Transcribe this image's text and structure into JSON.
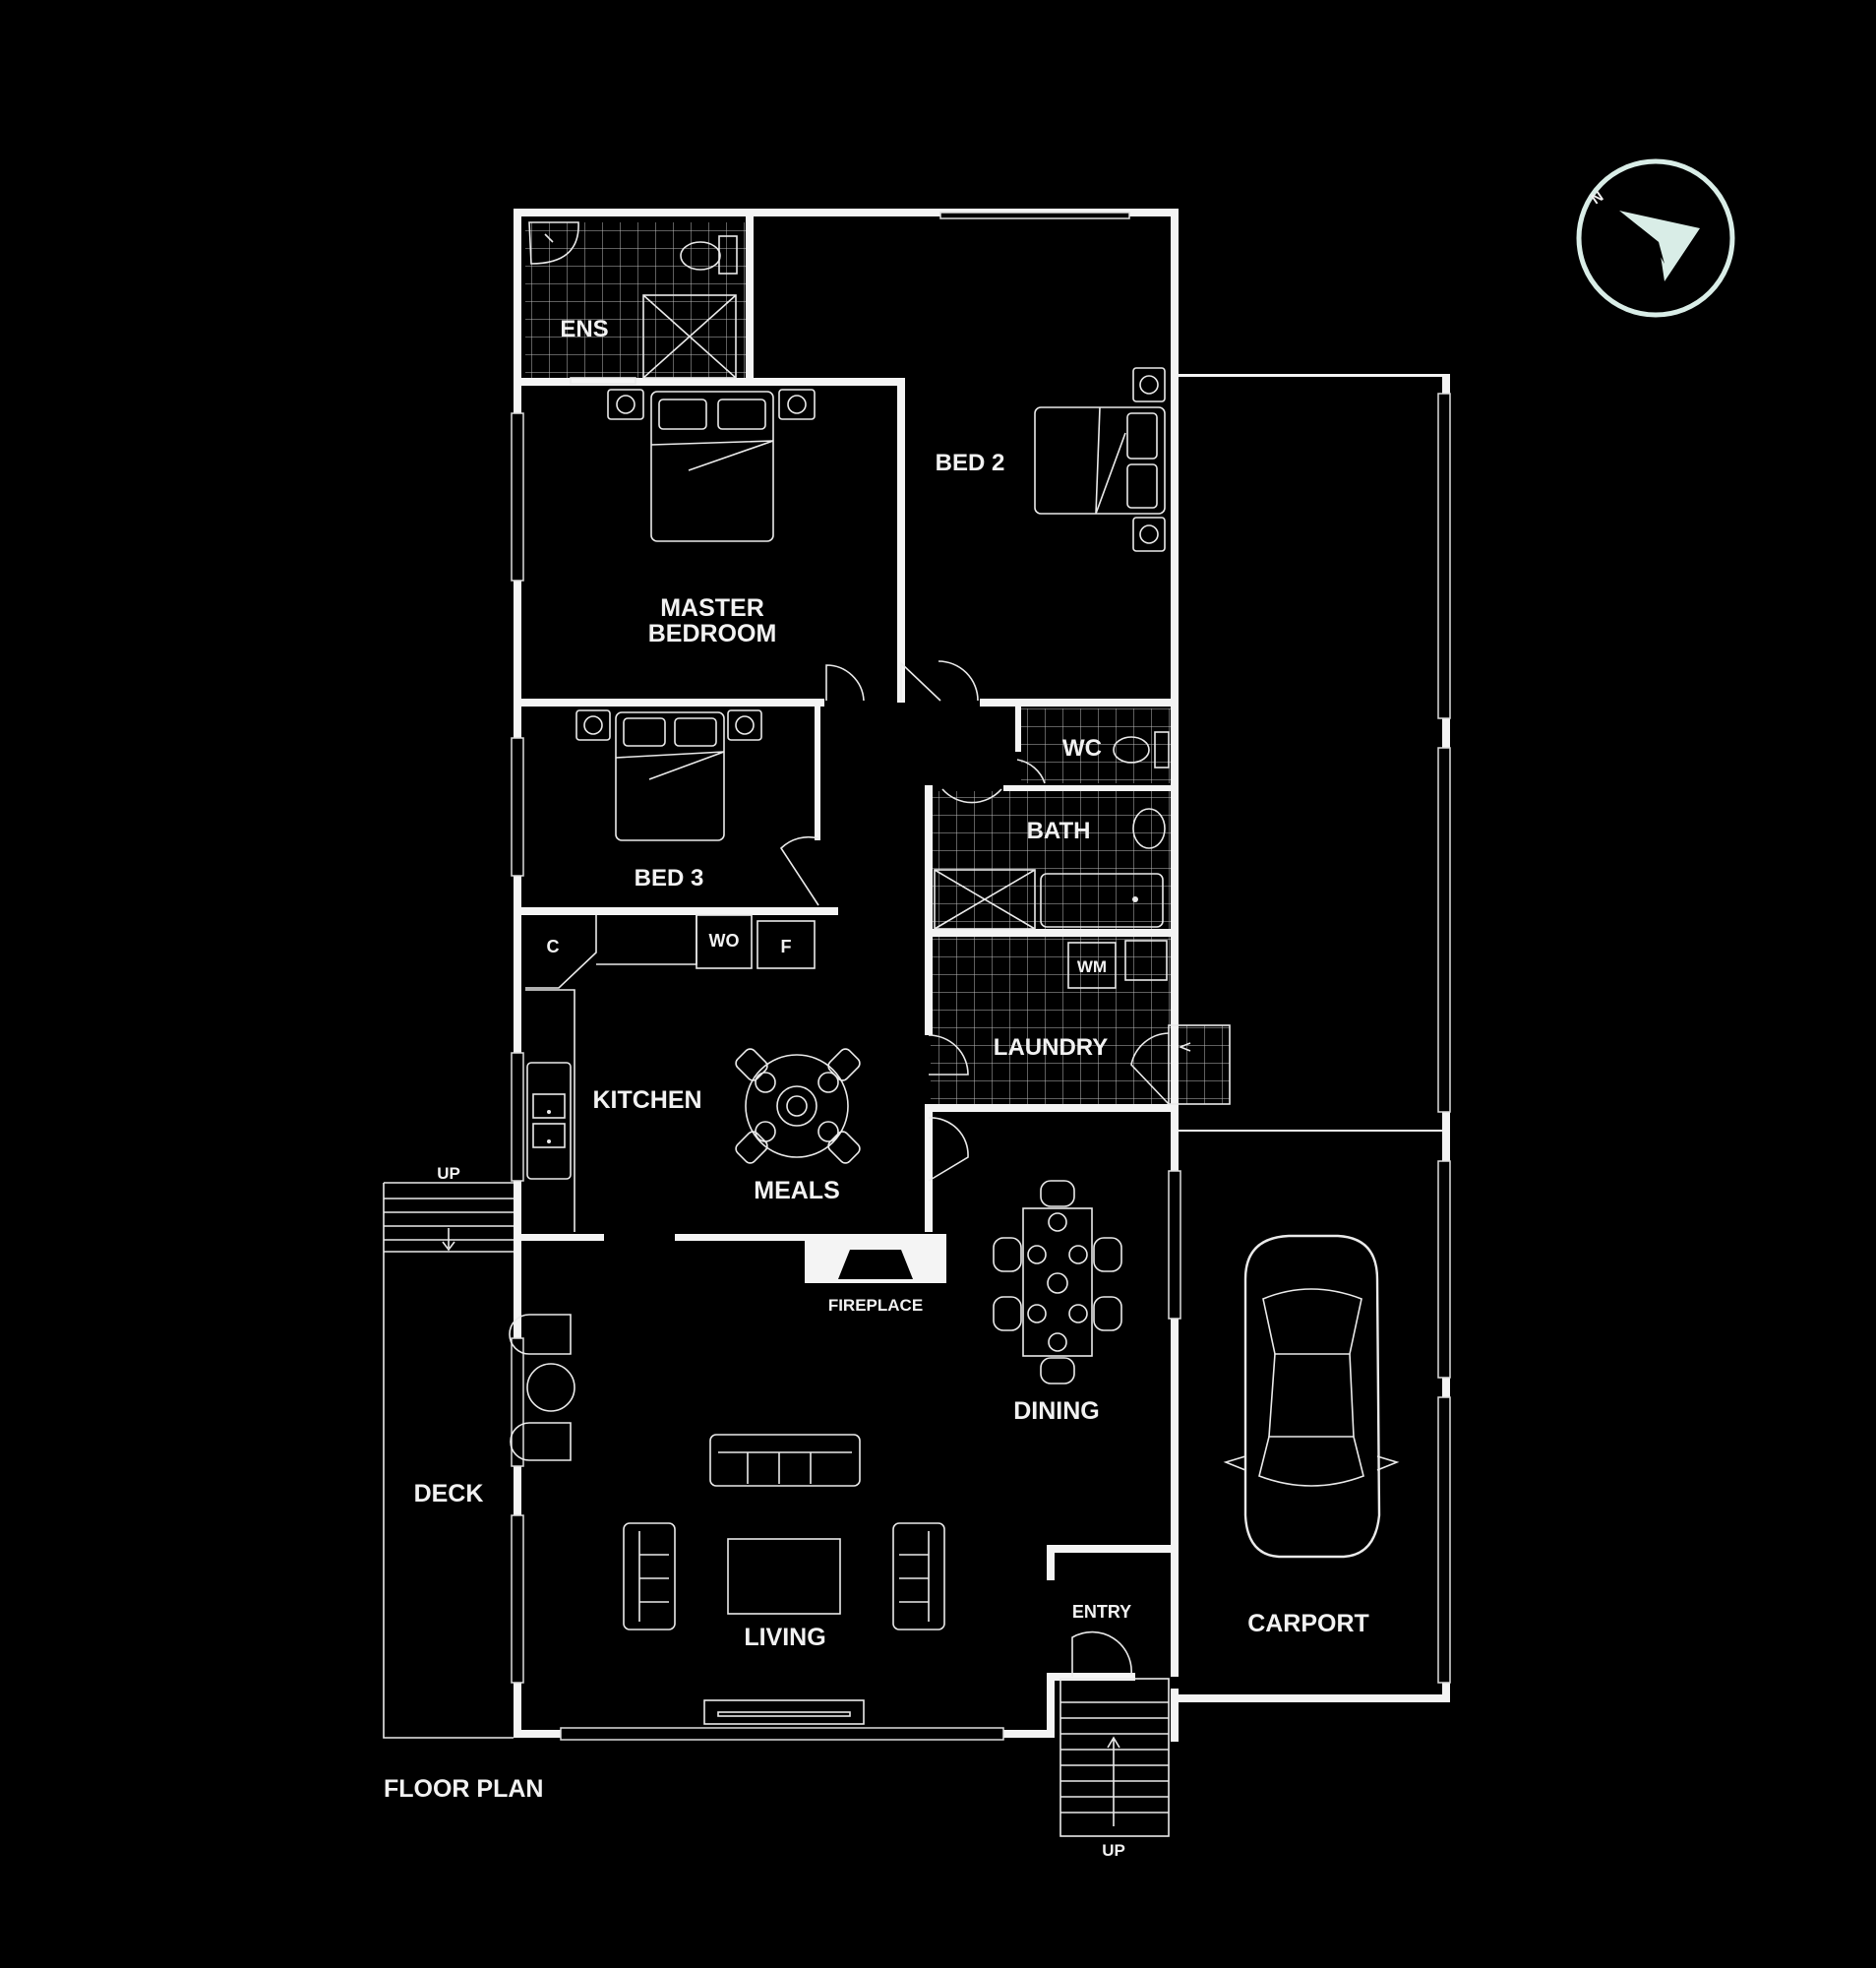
{
  "title": "FLOOR PLAN",
  "compass": {
    "label": "N"
  },
  "rooms": {
    "ens": "ENS",
    "bed2": "BED 2",
    "master_line1": "MASTER",
    "master_line2": "BEDROOM",
    "wc": "WC",
    "bath": "BATH",
    "bed3": "BED 3",
    "c": "C",
    "wo": "WO",
    "f": "F",
    "wm": "WM",
    "laundry": "LAUNDRY",
    "kitchen": "KITCHEN",
    "meals": "MEALS",
    "fireplace": "FIREPLACE",
    "dining": "DINING",
    "deck": "DECK",
    "living": "LIVING",
    "entry": "ENTRY",
    "carport": "CARPORT"
  },
  "stairs": {
    "deck_up": "UP",
    "entry_up": "UP"
  }
}
